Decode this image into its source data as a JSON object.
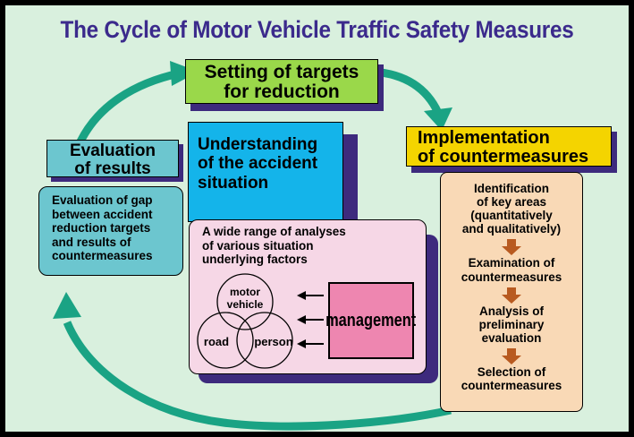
{
  "title": "The Cycle of Motor Vehicle Traffic Safety Measures",
  "targets": {
    "line1": "Setting of targets",
    "line2": "for reduction"
  },
  "implementation": {
    "line1": "Implementation",
    "line2": "of countermeasures",
    "steps": [
      [
        "Identification",
        "of key areas",
        "(quantitatively",
        "and qualitatively)"
      ],
      [
        "Examination of",
        "countermeasures"
      ],
      [
        "Analysis of",
        "preliminary",
        "evaluation"
      ],
      [
        "Selection of",
        "countermeasures"
      ]
    ]
  },
  "understanding": {
    "line1": "Understanding",
    "line2": "of the accident",
    "line3": "situation",
    "analysis": [
      "A wide range of analyses",
      "of various situation",
      "underlying factors"
    ],
    "circles": {
      "vehicle": [
        "motor",
        "vehicle"
      ],
      "road": "road",
      "person": "person"
    },
    "management": "management"
  },
  "evaluation": {
    "line1": "Evaluation",
    "line2": "of results",
    "detail": [
      "Evaluation of gap",
      "between accident",
      "reduction targets",
      "and results of",
      "countermeasures"
    ]
  },
  "colors": {
    "background": "#d9f0de",
    "ring": "#1aa384",
    "targets": "#9ad84a",
    "implementation": "#f4d400",
    "understanding": "#14b4ea",
    "evaluation": "#6cc6cf",
    "pink_panel": "#f6d7e6",
    "management": "#ee86b0",
    "step_panel": "#f9d9b6",
    "step_arrow": "#b85a20"
  }
}
